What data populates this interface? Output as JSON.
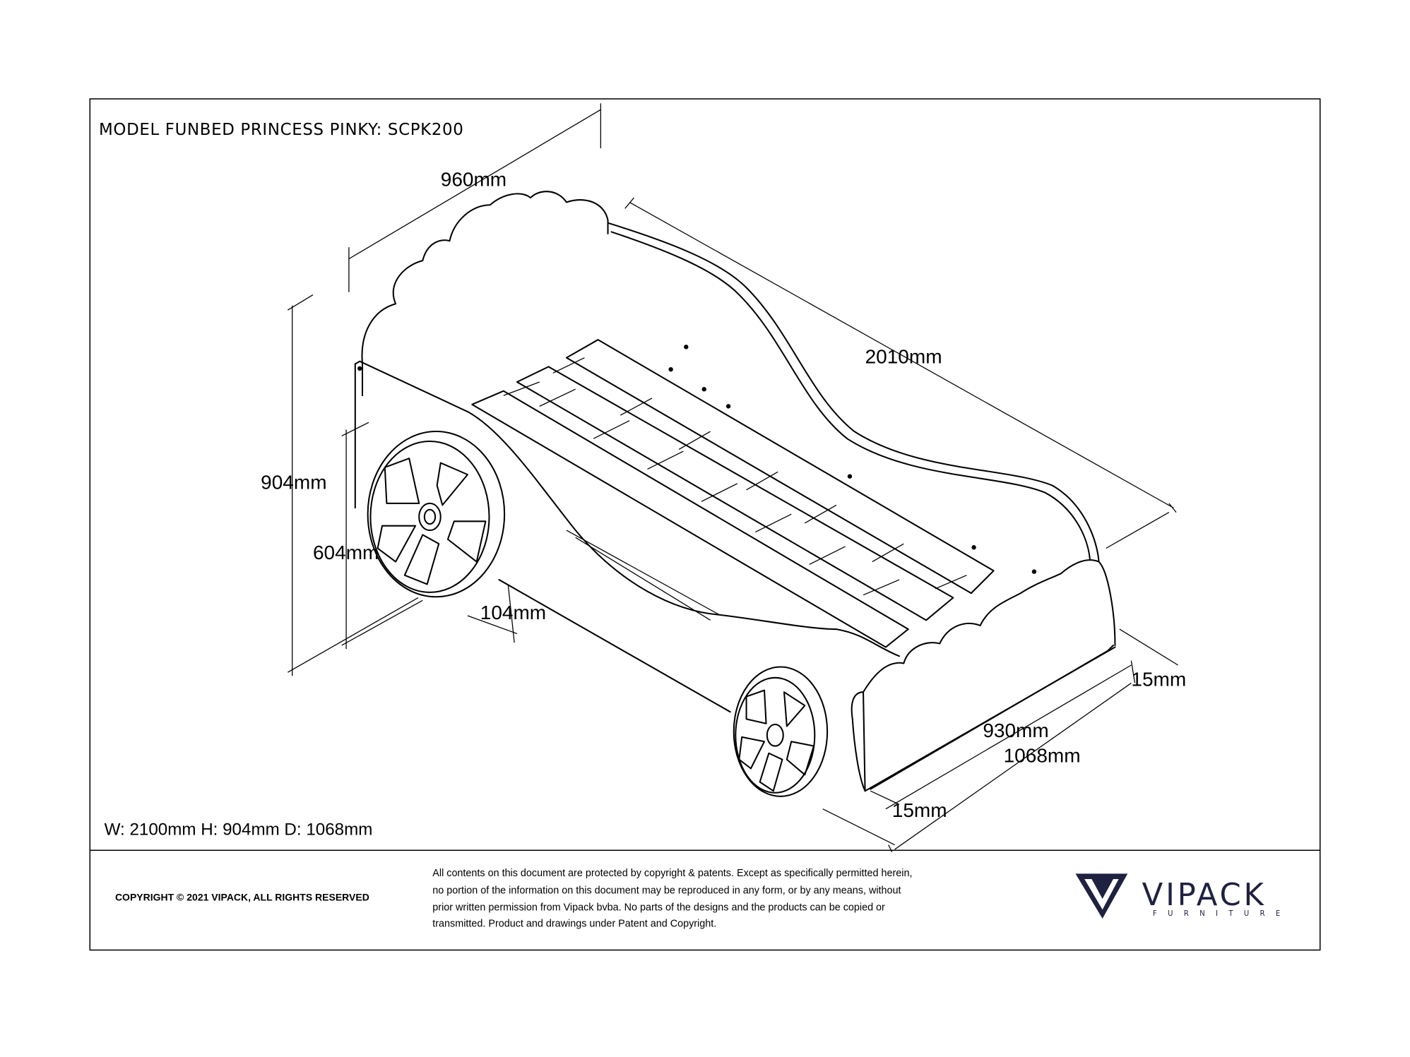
{
  "title": "MODEL FUNBED PRINCESS PINKY: SCPK200",
  "dimensions": {
    "width_top": "960mm",
    "length": "2010mm",
    "height": "904mm",
    "side_height": "604mm",
    "wheel_offset": "104mm",
    "thickness_back": "15mm",
    "inner_width": "930mm",
    "outer_width": "1068mm",
    "thickness_front": "15mm"
  },
  "overall": "W: 2100mm H: 904mm D: 1068mm",
  "footer": {
    "copyright": "COPYRIGHT  © 2021 VIPACK, ALL RIGHTS RESERVED",
    "notice_lines": [
      "All contents on this document are protected by copyright & patents. Except as specifically permitted herein,",
      "no portion of the information on this document may be reproduced in any form, or by any means, without",
      "prior written permission from Vipack bvba. No parts of the designs and the products can be copied or",
      "transmitted. Product and drawings under Patent and Copyright."
    ],
    "logo": {
      "name": "VIPACK",
      "sub": "FURNITURE",
      "color": "#1f2140"
    }
  }
}
